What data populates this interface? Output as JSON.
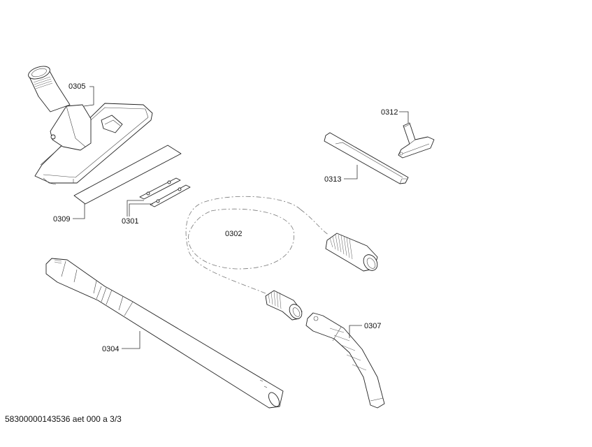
{
  "diagram": {
    "type": "exploded-parts-diagram",
    "subject": "vacuum cleaner accessories",
    "parts": [
      {
        "id": "0305",
        "label": "0305",
        "description": "floor nozzle"
      },
      {
        "id": "0309",
        "label": "0309",
        "description": "strip"
      },
      {
        "id": "0301",
        "label": "0301",
        "description": "brush strips"
      },
      {
        "id": "0312",
        "label": "0312",
        "description": "upholstery nozzle"
      },
      {
        "id": "0313",
        "label": "0313",
        "description": "crevice tool"
      },
      {
        "id": "0302",
        "label": "0302",
        "description": "suction hose"
      },
      {
        "id": "0304",
        "label": "0304",
        "description": "telescopic tube"
      },
      {
        "id": "0307",
        "label": "0307",
        "description": "handle"
      }
    ]
  },
  "footer": {
    "document_code": "58300000143536 aet 000 a 3/3"
  }
}
